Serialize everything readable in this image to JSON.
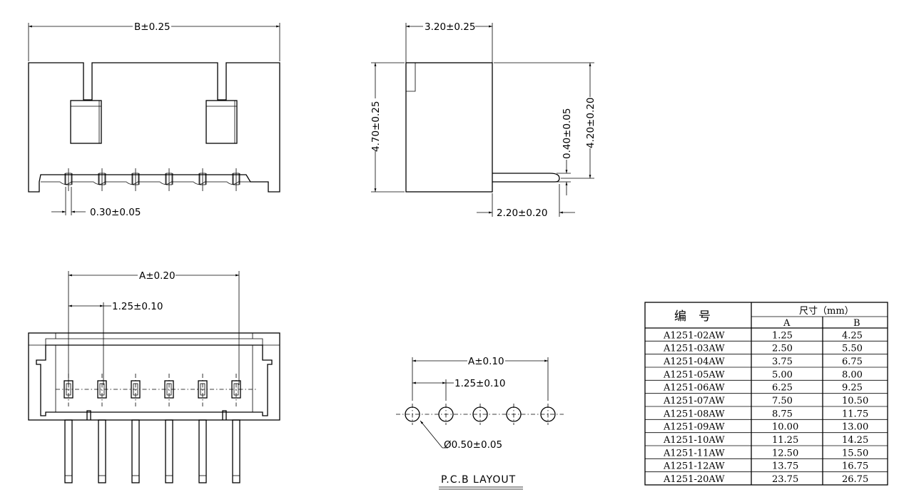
{
  "dims": {
    "b": "B±0.25",
    "pin_width": "0.30±0.05",
    "depth": "3.20±0.25",
    "height": "4.70±0.25",
    "pin_thick": "0.40±0.05",
    "pin_height": "4.20±0.20",
    "pin_len": "2.20±0.20",
    "a_top": "A±0.20",
    "pitch_top": "1.25±0.10",
    "a_pcb": "A±0.10",
    "pitch_pcb": "1.25±0.10",
    "hole": "Ø0.50±0.05"
  },
  "pcb_label": "P.C.B LAYOUT",
  "table": {
    "col_code": "编　号",
    "col_size": "尺寸（mm）",
    "col_a": "A",
    "col_b": "B",
    "rows": [
      {
        "code": "A1251-02AW",
        "a": "1.25",
        "b": "4.25"
      },
      {
        "code": "A1251-03AW",
        "a": "2.50",
        "b": "5.50"
      },
      {
        "code": "A1251-04AW",
        "a": "3.75",
        "b": "6.75"
      },
      {
        "code": "A1251-05AW",
        "a": "5.00",
        "b": "8.00"
      },
      {
        "code": "A1251-06AW",
        "a": "6.25",
        "b": "9.25"
      },
      {
        "code": "A1251-07AW",
        "a": "7.50",
        "b": "10.50"
      },
      {
        "code": "A1251-08AW",
        "a": "8.75",
        "b": "11.75"
      },
      {
        "code": "A1251-09AW",
        "a": "10.00",
        "b": "13.00"
      },
      {
        "code": "A1251-10AW",
        "a": "11.25",
        "b": "14.25"
      },
      {
        "code": "A1251-11AW",
        "a": "12.50",
        "b": "15.50"
      },
      {
        "code": "A1251-12AW",
        "a": "13.75",
        "b": "16.75"
      },
      {
        "code": "A1251-20AW",
        "a": "23.75",
        "b": "26.75"
      }
    ]
  }
}
